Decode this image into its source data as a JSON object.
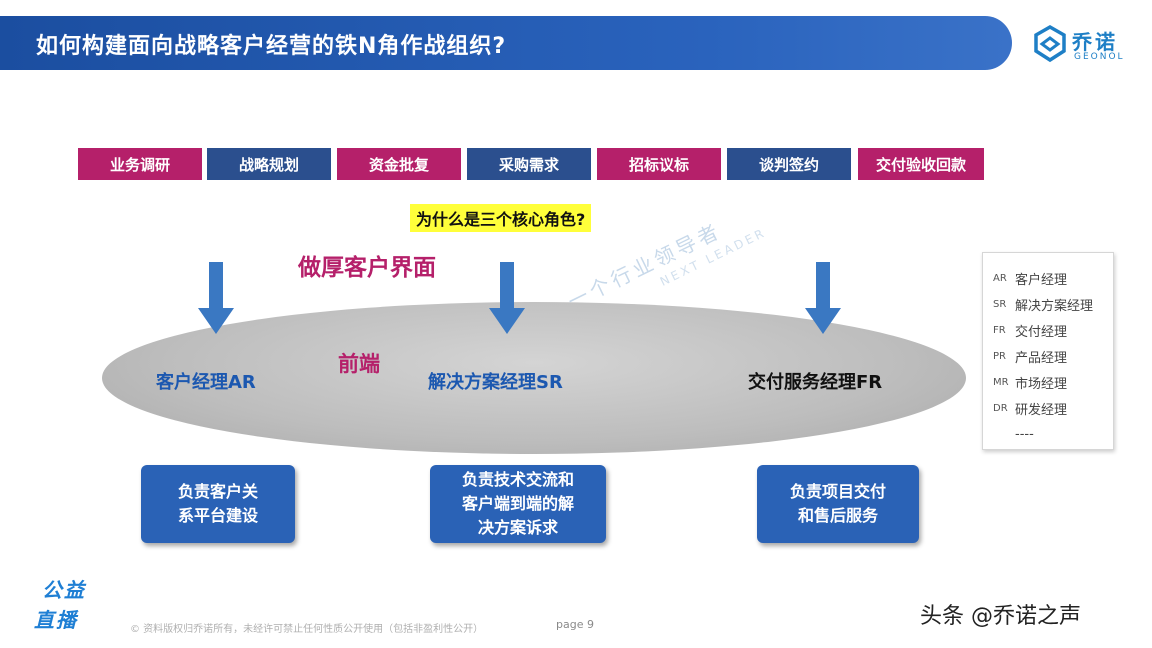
{
  "title": "如何构建面向战略客户经营的铁N角作战组织?",
  "logo": {
    "cn": "乔诺",
    "en": "GEONOL"
  },
  "stages": [
    {
      "label": "业务调研"
    },
    {
      "label": "战略规划"
    },
    {
      "label": "资金批复"
    },
    {
      "label": "采购需求"
    },
    {
      "label": "招标议标"
    },
    {
      "label": "谈判签约"
    },
    {
      "label": "交付验收回款"
    }
  ],
  "question": "为什么是三个核心角色?",
  "heading": "做厚客户界面",
  "front_label": "前端",
  "roles": [
    {
      "label": "客户经理AR"
    },
    {
      "label": "解决方案经理SR"
    },
    {
      "label": "交付服务经理FR"
    }
  ],
  "duties": [
    {
      "lines": [
        "负责客户关",
        "系平台建设"
      ]
    },
    {
      "lines": [
        "负责技术交流和",
        "客户端到端的解",
        "决方案诉求"
      ]
    },
    {
      "lines": [
        "负责项目交付",
        "和售后服务"
      ]
    }
  ],
  "legend": [
    {
      "abbr": "AR",
      "label": "客户经理"
    },
    {
      "abbr": "SR",
      "label": "解决方案经理"
    },
    {
      "abbr": "FR",
      "label": "交付经理"
    },
    {
      "abbr": "PR",
      "label": "产品经理"
    },
    {
      "abbr": "MR",
      "label": "市场经理"
    },
    {
      "abbr": "DR",
      "label": "研发经理"
    },
    {
      "abbr": "",
      "label": "----"
    }
  ],
  "watermark": {
    "cn": "一个行业领导者",
    "en": "NEXT LEADER"
  },
  "badge": {
    "line1": "公益",
    "line2": "直播"
  },
  "footer": {
    "copyright": "© 资料版权归乔诺所有，未经许可禁止任何性质公开使用（包括非盈利性公开）",
    "page": "page 9",
    "source": "头条 @乔诺之声"
  },
  "colors": {
    "title_bar": "#1b4ea0",
    "magenta": "#b5206a",
    "navy": "#2b4f8e",
    "duty_box": "#2a62b6",
    "arrow": "#3a78c2",
    "highlight": "#ffff3a"
  }
}
